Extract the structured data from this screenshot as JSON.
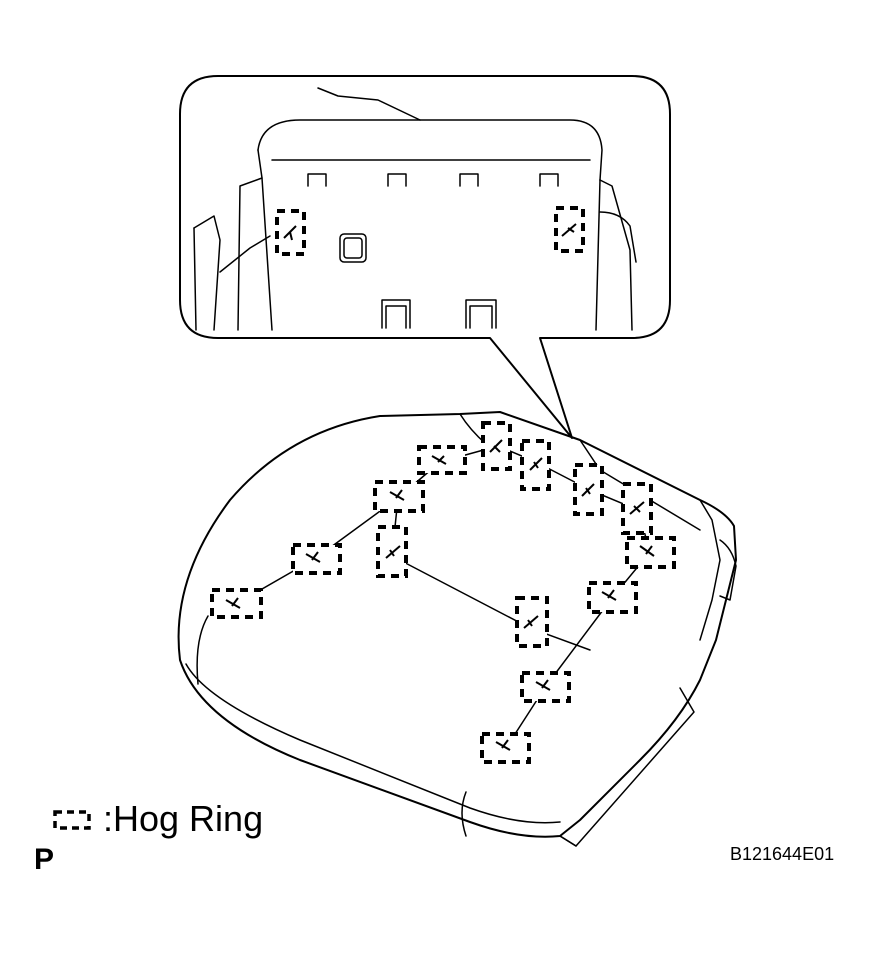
{
  "legend": {
    "symbol_icon": "dashed-box-icon",
    "label": ":Hog Ring"
  },
  "view_letter": "P",
  "figure_code": "B121644E01"
}
